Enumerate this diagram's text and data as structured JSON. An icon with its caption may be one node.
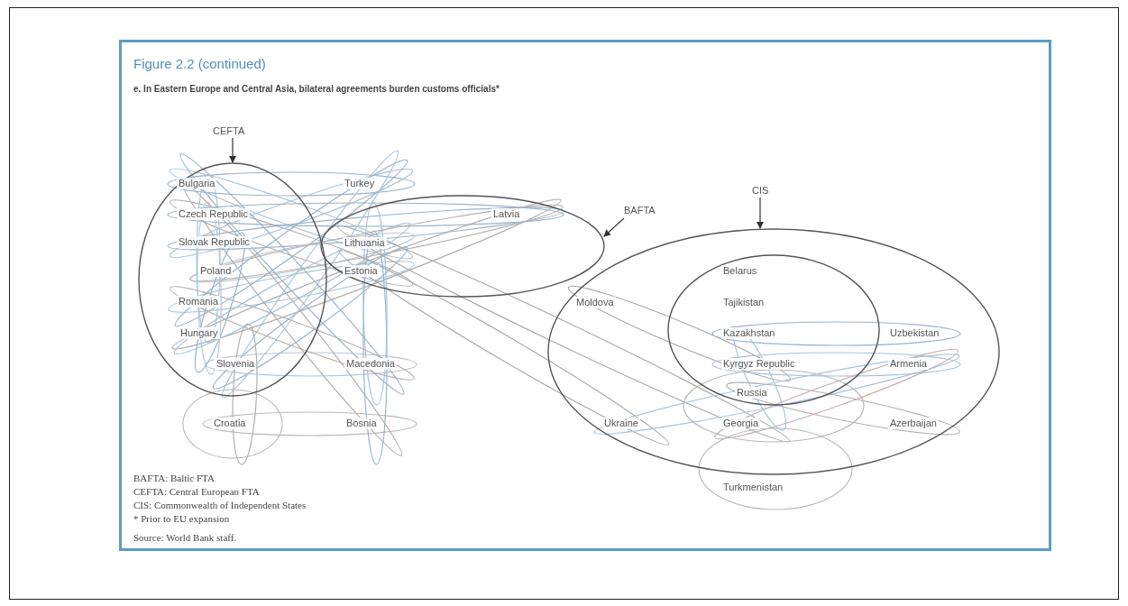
{
  "diagram": {
    "title": "Figure 2.2 (continued)",
    "caption": "e. In Eastern Europe and Central Asia, bilateral agreements burden customs officials*",
    "nodes": [
      {
        "text": [
          "CEFTA"
        ]
      },
      {
        "text": [],
        "shape": "ellipse"
      },
      {
        "text": [
          "BAFTA"
        ]
      },
      {
        "text": [],
        "shape": "ellipse"
      },
      {
        "text": [
          "CIS"
        ]
      },
      {
        "text": [],
        "shape": "ellipse"
      },
      {
        "text": [],
        "shape": "ellipse",
        "in": 5
      }
    ],
    "edges": [
      {
        "from": 0,
        "to": 1,
        "arrow": "to"
      },
      {
        "from": 2,
        "to": 3,
        "arrow": "to"
      },
      {
        "from": 4,
        "to": 5,
        "arrow": "to"
      }
    ],
    "labels": [
      "Bulgaria",
      "Turkey",
      "Czech Republic",
      "Latvia",
      "Slovak Republic",
      "Lithuania",
      "Poland",
      "Estonia",
      "Belarus",
      "Romania",
      "Moldova",
      "Tajikistan",
      "Hungary",
      "Kazakhstan",
      "Uzbekistan",
      "Slovenia",
      "Macedonia",
      "Kyrgyz Republic",
      "Armenia",
      "Russia",
      "Croatia",
      "Bosnia",
      "Ukraine",
      "Georgia",
      "Azerbaijan",
      "Turkmenistan",
      "BAFTA: Baltic FTA",
      "CEFTA: Central European FTA",
      "CIS: Commonwealth of Independent States",
      "* Prior to EU expansion",
      "Source: World Bank staff."
    ]
  }
}
